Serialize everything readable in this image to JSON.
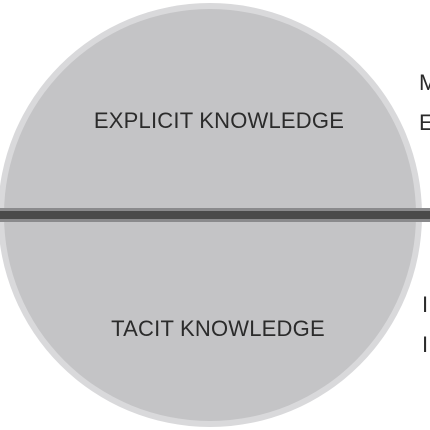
{
  "diagram": {
    "top_label": "EXPLICIT KNOWLEDGE",
    "bottom_label": "TACIT KNOWLEDGE",
    "right_fragments": [
      "M",
      "E",
      "I",
      "I"
    ],
    "colors": {
      "circle_fill": "#c4c4c6",
      "circle_stroke": "#d9d9db",
      "divider_band": "#4a4a4a",
      "divider_highlight": "#8a8a8c",
      "text": "#2b2b2b",
      "background": "#ffffff"
    }
  }
}
